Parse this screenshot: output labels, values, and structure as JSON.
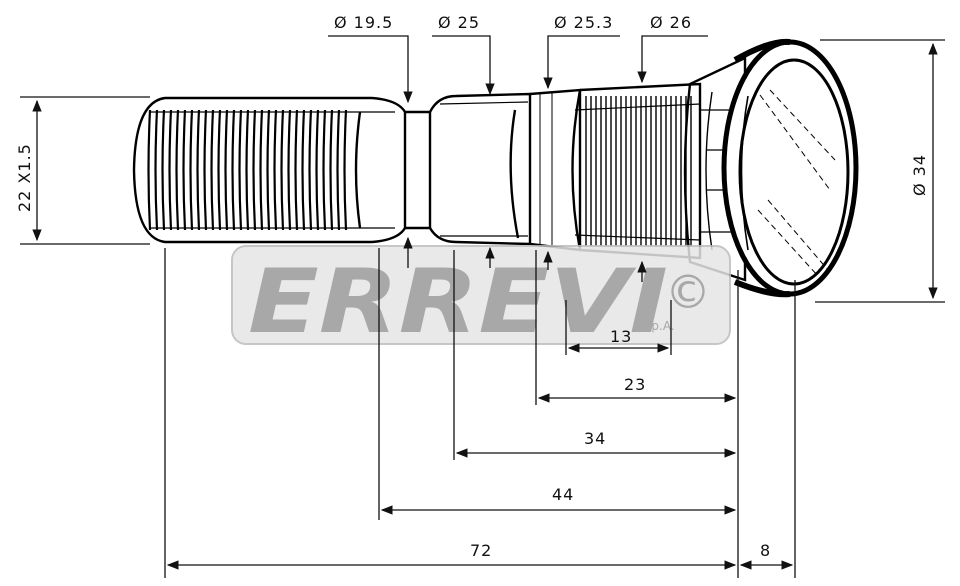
{
  "diameters": {
    "d1": "Ø 19.5",
    "d2": "Ø 25",
    "d3": "Ø 25.3",
    "d4": "Ø 26",
    "head": "Ø 34"
  },
  "thread": "22 X1.5",
  "lengths": {
    "l13": "13",
    "l23": "23",
    "l34": "34",
    "l44": "44",
    "l72": "72",
    "l8": "8"
  },
  "watermark": {
    "brand": "ERREVI",
    "suffix": "S.p.A.",
    "symbol": "©",
    "color": "#9a9a9a"
  }
}
